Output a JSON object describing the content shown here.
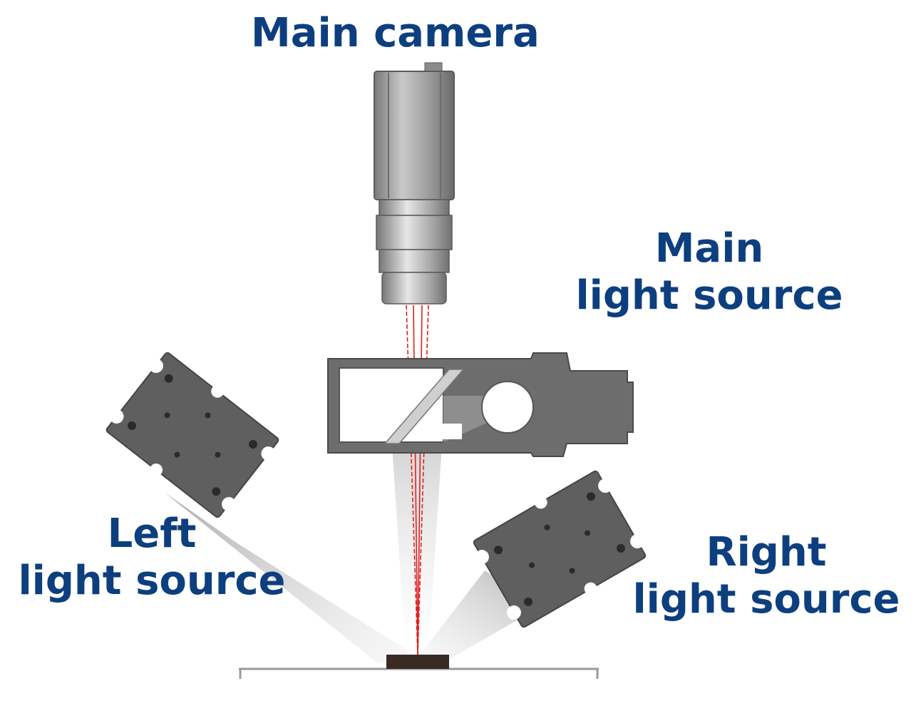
{
  "labels": {
    "main_camera": "Main camera",
    "main_light": [
      "Main",
      "light source"
    ],
    "left_light": [
      "Left",
      "light source"
    ],
    "right_light": [
      "Right",
      "light source"
    ]
  },
  "colors": {
    "label": "#0d3f7f",
    "component_dark": "#5f5f5f",
    "component_mid": "#8a8a8a",
    "laser": "#e0201e",
    "sample": "#3a2a24"
  },
  "icons": {
    "main_camera": "camera-icon",
    "lens": "lens-icon",
    "main_light": "beam-splitter-light-icon",
    "left_light": "light-module-icon",
    "right_light": "light-module-icon",
    "sample": "sample-icon"
  }
}
